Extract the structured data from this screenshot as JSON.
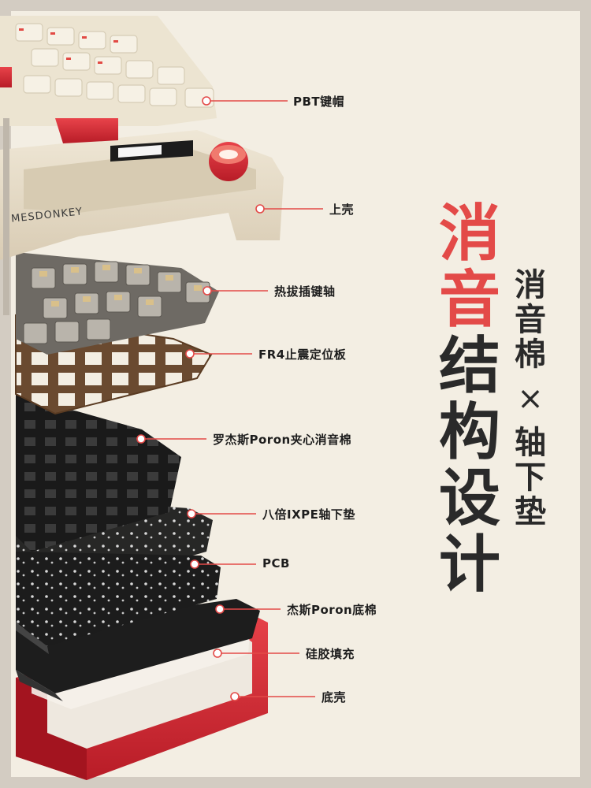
{
  "title": {
    "chars": [
      "消",
      "音",
      "结",
      "构",
      "设",
      "计"
    ]
  },
  "subtitle": {
    "part1": [
      "消",
      "音",
      "棉"
    ],
    "times": "×",
    "part2": [
      "轴",
      "下",
      "垫"
    ]
  },
  "brand_text": "MESDONKEY",
  "layers": [
    "PBT键帽",
    "上壳",
    "热拔插键轴",
    "FR4止震定位板",
    "罗杰斯Poron夹心消音棉",
    "八倍IXPE轴下垫",
    "PCB",
    "杰斯Poron底棉",
    "硅胶填充",
    "底壳"
  ],
  "colors": {
    "accent": "#e34a48",
    "text": "#2a2a2a",
    "background": "#f3eee3",
    "callout_line": "#e34a48"
  }
}
